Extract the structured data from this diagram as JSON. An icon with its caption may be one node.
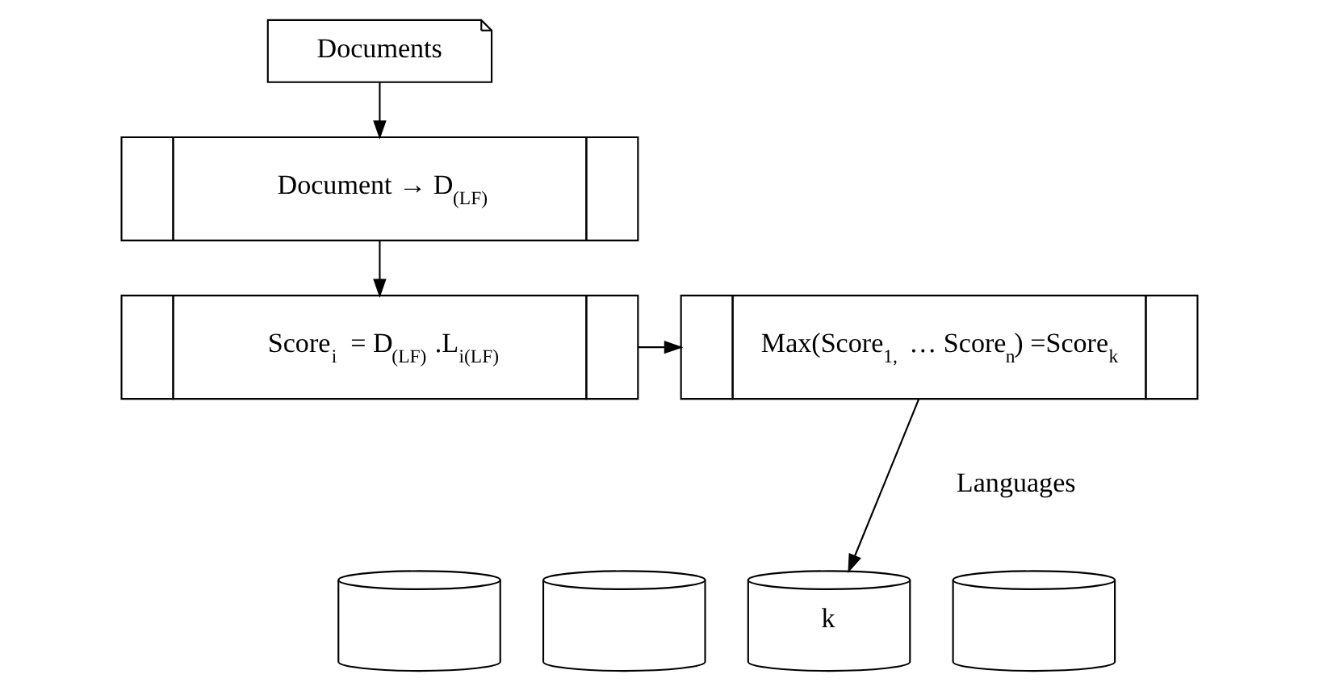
{
  "diagram": {
    "nodes": [
      {
        "text": [
          "Documents"
        ]
      },
      {
        "text": [
          "Document → D$_{(LF)}$"
        ]
      },
      {
        "text": [
          "Score$_{i}$ = D$_{(LF)}$ .L$_{i(LF)}$"
        ]
      },
      {
        "text": [
          "Max(Score$_{1,}$ … Score$_{n}$) =Score$_{k}$"
        ]
      },
      {
        "text": [],
        "shape": "cylinder"
      },
      {
        "text": [],
        "shape": "cylinder"
      },
      {
        "text": [
          "k"
        ]
      },
      {
        "text": [],
        "shape": "cylinder"
      }
    ],
    "edges": [
      {
        "from": 0,
        "to": 1,
        "arrow": "to"
      },
      {
        "from": 1,
        "to": 2,
        "arrow": "to"
      },
      {
        "from": 2,
        "to": 3,
        "arrow": "to"
      },
      {
        "from": 3,
        "to": 6,
        "arrow": "to"
      }
    ],
    "labels": [
      "Languages"
    ]
  }
}
